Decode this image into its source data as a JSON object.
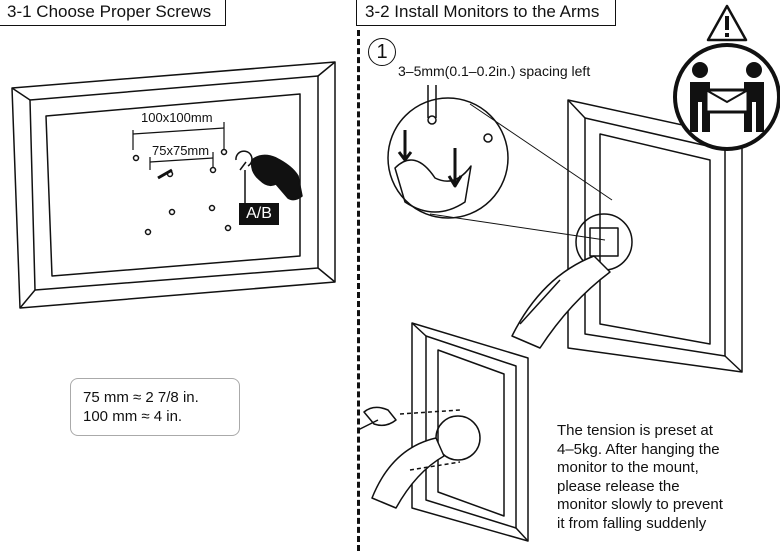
{
  "section1": {
    "title": "3-1 Choose Proper Screws"
  },
  "section2": {
    "title": "3-2 Install Monitors to the Arms"
  },
  "diagram1": {
    "pattern_large": "100x100mm",
    "pattern_small": "75x75mm",
    "screw_label": "A/B"
  },
  "conversion": {
    "line1": "75 mm ≈ 2 7/8 in.",
    "line2": "100 mm ≈ 4 in."
  },
  "step": {
    "number": "1",
    "spacing_text": "3–5mm(0.1–0.2in.) spacing left"
  },
  "note": {
    "lines": [
      "The tension is preset at",
      "4–5kg. After hanging the",
      "monitor to the mount,",
      "please release the",
      "monitor slowly to prevent",
      "it from falling suddenly"
    ]
  },
  "icons": {
    "warning": "warning-icon",
    "two_person_lift": "two-person-lift-icon",
    "hand": "hand-icon"
  }
}
